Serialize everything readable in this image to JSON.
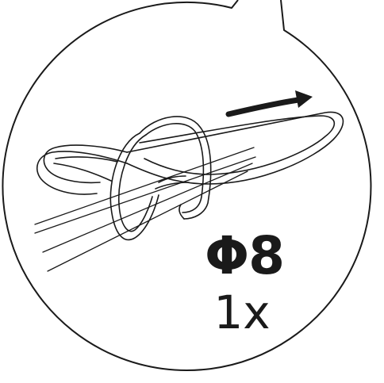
{
  "callout": {
    "diameter_label": "Φ8",
    "quantity_label": "1x"
  },
  "colors": {
    "stroke": "#1a1a1a",
    "background": "#ffffff"
  },
  "icons": [
    "detail-callout-bubble",
    "cable-tie-loop",
    "rod-bundle",
    "direction-arrow-icon"
  ]
}
